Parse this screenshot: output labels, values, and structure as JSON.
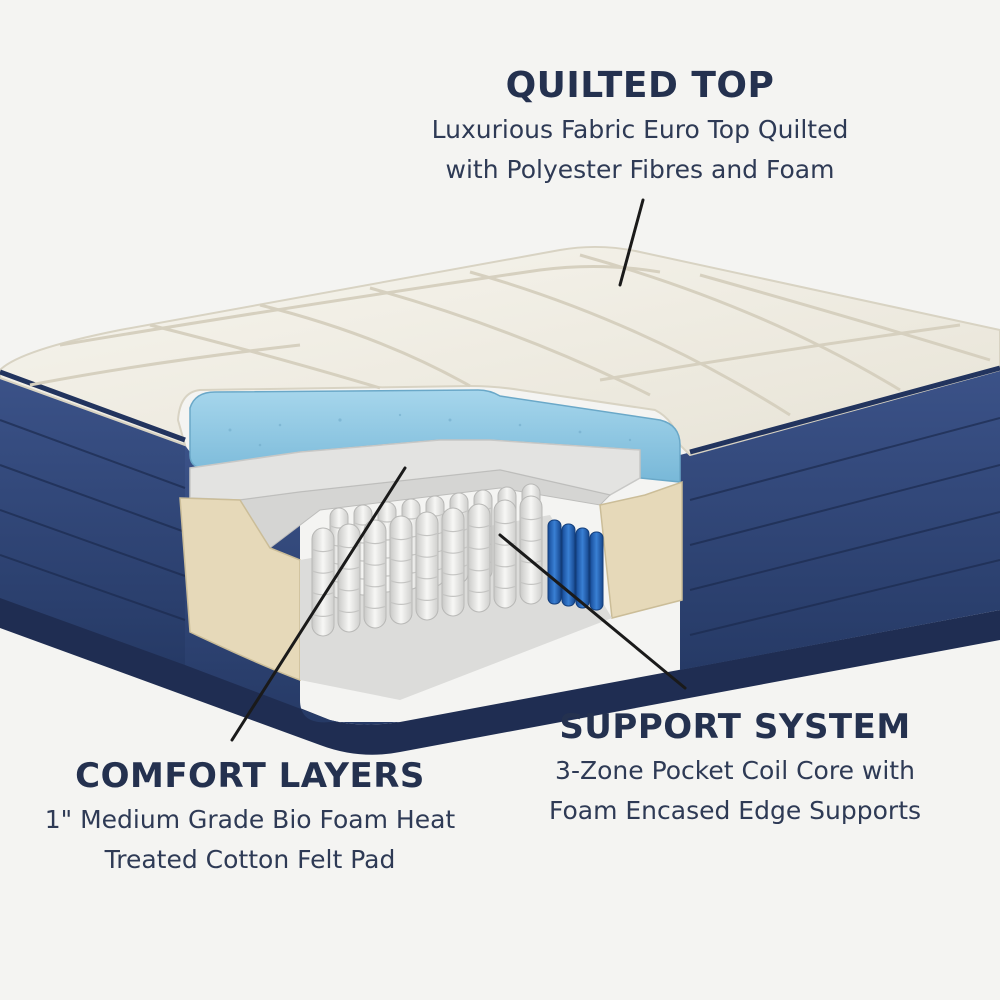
{
  "labels": {
    "quilted_top": {
      "title": "QUILTED TOP",
      "line1": "Luxurious Fabric Euro Top Quilted",
      "line2": "with Polyester Fibres and Foam"
    },
    "comfort_layers": {
      "title": "COMFORT LAYERS",
      "line1": "1\" Medium Grade Bio Foam Heat",
      "line2": "Treated Cotton Felt Pad"
    },
    "support_system": {
      "title": "SUPPORT SYSTEM",
      "line1": "3-Zone Pocket Coil Core with",
      "line2": "Foam Encased Edge Supports"
    }
  },
  "colors": {
    "background": "#f4f4f2",
    "quilt_fabric": "#f1eee4",
    "border_navy": "#33487a",
    "foam_blue": "#8cc6e2",
    "felt_grey": "#e2e2e0",
    "edge_foam": "#e8dcbf",
    "coil_white": "#eeeeec",
    "zone_blue": "#1f5cb0",
    "text": "#24314f"
  }
}
